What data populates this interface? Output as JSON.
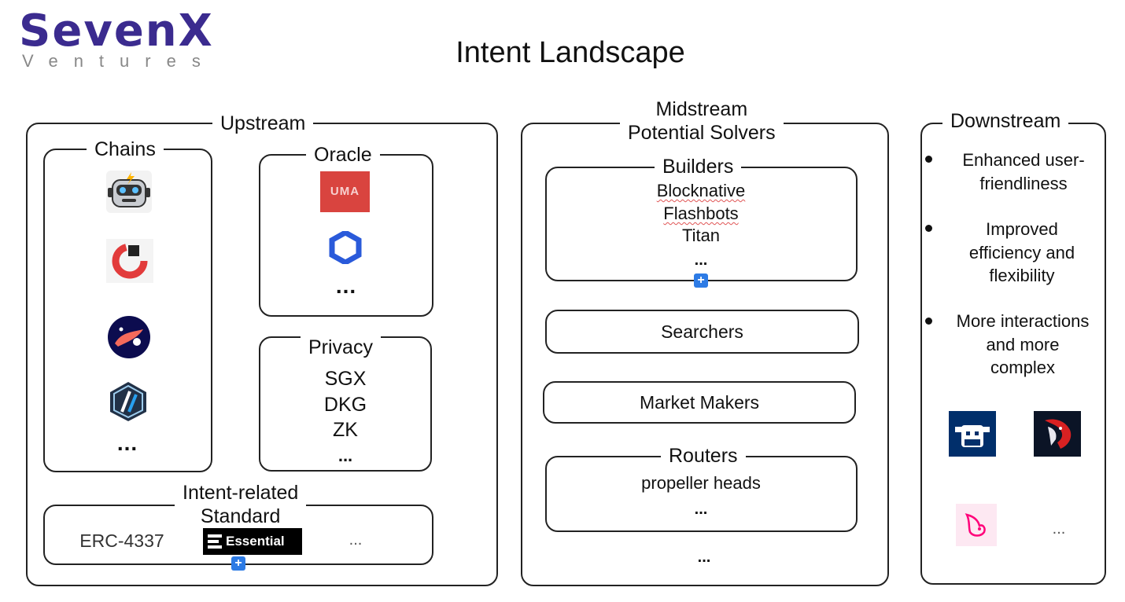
{
  "brand": {
    "name": "SevenX",
    "sub": "Ventures"
  },
  "title": "Intent Landscape",
  "upstream": {
    "label": "Upstream",
    "chains": {
      "label": "Chains",
      "more": "..."
    },
    "oracle": {
      "label": "Oracle",
      "uma_logo": "UMA",
      "more": "..."
    },
    "privacy": {
      "label": "Privacy",
      "items": [
        "SGX",
        "DKG",
        "ZK"
      ],
      "more": "..."
    },
    "standards": {
      "label_line1": "Intent-related",
      "label_line2": "Standard",
      "erc": "ERC-4337",
      "essential": "Essential",
      "more": "..."
    }
  },
  "midstream": {
    "label_line1": "Midstream",
    "label_line2": "Potential Solvers",
    "builders": {
      "label": "Builders",
      "items": [
        "Blocknative",
        "Flashbots",
        "Titan"
      ],
      "more": "..."
    },
    "searchers": "Searchers",
    "market_makers": "Market Makers",
    "routers": {
      "label": "Routers",
      "items": [
        "propeller heads"
      ],
      "more": "..."
    },
    "more": "..."
  },
  "downstream": {
    "label": "Downstream",
    "bullets": [
      [
        "Enhanced user-",
        "friendliness"
      ],
      [
        "Improved",
        "efficiency and",
        "flexibility"
      ],
      [
        "More interactions",
        "and more",
        "complex"
      ]
    ],
    "more": "..."
  },
  "colors": {
    "uma": "#d9443f",
    "chainlink": "#2a5ada",
    "plus": "#2d7be5",
    "brand": "#3b2b8f",
    "uniswap": "#ff007a",
    "cow": "#012f6b"
  },
  "icons": [
    "robot-icon",
    "chain-ring-icon",
    "starknet-icon",
    "arbitrum-icon",
    "uma-logo",
    "chainlink-icon",
    "essential-logo",
    "cow-swap-icon",
    "1inch-icon",
    "uniswap-icon"
  ]
}
